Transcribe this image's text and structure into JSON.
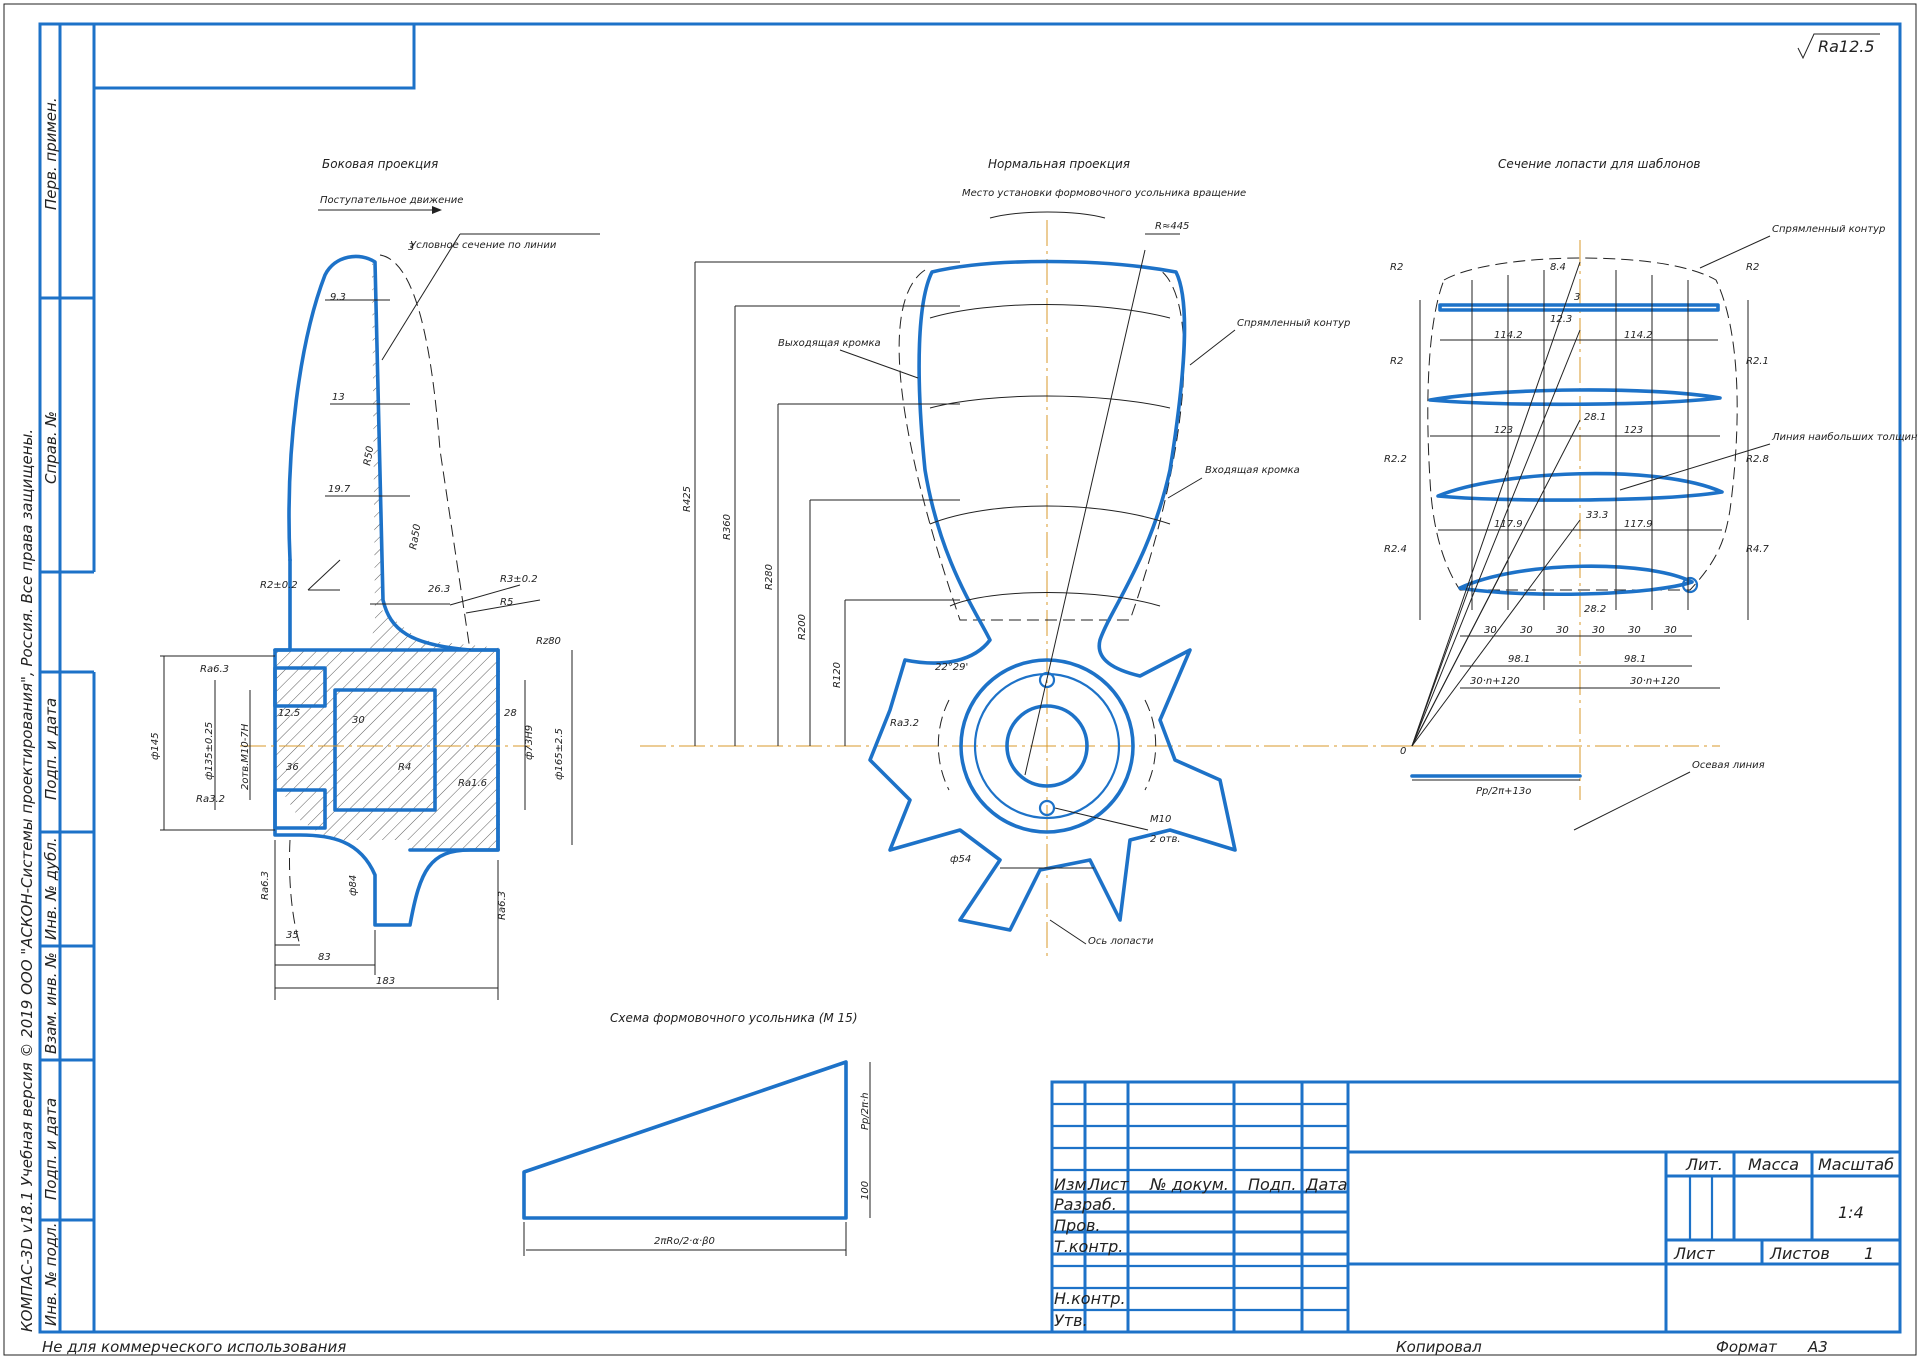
{
  "roughness": "Ra12.5",
  "views": {
    "side_title": "Боковая проекция",
    "normal_title": "Нормальная проекция",
    "section_title": "Сечение лопасти для шаблонов",
    "scheme_title": "Схема формовочного усольника (М 15)"
  },
  "side": {
    "motion": "Поступательное движение",
    "cond_section": "Условное сечение по линии",
    "dims": [
      "3",
      "9.3",
      "13",
      "19.7",
      "26.3",
      "12.5",
      "30",
      "28",
      "36",
      "35",
      "83",
      "183",
      "R2±0.2",
      "R3±0.2",
      "R5",
      "R4",
      "R50",
      "Ra50",
      "Rz80",
      "Ra6.3",
      "Ra3.2",
      "Ra6.3",
      "Ra6.3",
      "Ra1.6",
      "ф145",
      "ф135±0.25",
      "2отв.М10-7Н",
      "ф73Н9",
      "ф165±2.5",
      "ф84"
    ]
  },
  "normal": {
    "rotation": "Место установки формовочного усольника вращение",
    "r_top": "R≈445",
    "leading_edge": "Выходящая кромка",
    "trailing_edge": "Входящая кромка",
    "contour": "Спрямленный контур",
    "blade_axis": "Ось лопасти",
    "holes": "М10",
    "holes_count": "2 отв.",
    "dims": [
      "R425",
      "R360",
      "R280",
      "R200",
      "R120",
      "22°29'",
      "Ra3.2",
      "ф54"
    ]
  },
  "section": {
    "contour": "Спрямленный контур",
    "thick_line": "Линия наибольших толщин",
    "axis": "Осевая линия",
    "bottom_dim": "Рр/2π+13о",
    "origin": "0",
    "dims": [
      "R2",
      "R2",
      "R2",
      "R2.1",
      "R2.2",
      "R2.8",
      "R2.4",
      "R4.7",
      "114.2",
      "114.2",
      "123",
      "123",
      "117.9",
      "117.9",
      "98.1",
      "98.1",
      "30",
      "30",
      "30",
      "30",
      "30",
      "30",
      "30·n+120",
      "30·n+120",
      "28.1",
      "33.3",
      "28.2",
      "12.3",
      "3",
      "8.4"
    ]
  },
  "scheme": {
    "dims": [
      "100",
      "Рр/2π·h",
      "2πRо/2·α·β0"
    ]
  },
  "title_block": {
    "headers": [
      "Изм.",
      "Лист",
      "№ докум.",
      "Подп.",
      "Дата"
    ],
    "roles": [
      "Разраб.",
      "Пров.",
      "Т.контр.",
      "Н.контр.",
      "Утв."
    ],
    "lit": "Лит.",
    "mass": "Масса",
    "scale_label": "Масштаб",
    "scale": "1:4",
    "sheet": "Лист",
    "sheets": "Листов",
    "sheets_count": "1"
  },
  "margin": {
    "cells": [
      "Перв. примен.",
      "Справ. №",
      "Подп. и дата",
      "Инв. № дубл.",
      "Взам. инв. №",
      "Подп. и дата",
      "Инв. № подл."
    ],
    "copyright": "КОМПАС-3D v18.1 Учебная версия © 2019 ООО \"АСКОН-Системы проектирования\", Россия. Все права защищены."
  },
  "footer": {
    "noncommercial": "Не для коммерческого использования",
    "copied": "Копировал",
    "format_label": "Формат",
    "format": "А3"
  }
}
